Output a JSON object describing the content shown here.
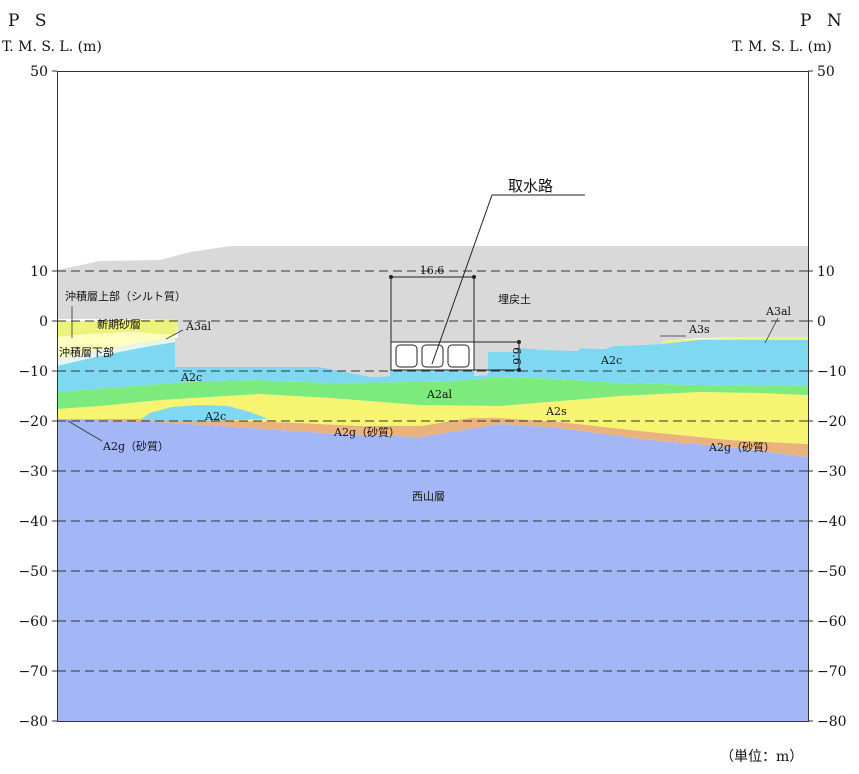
{
  "header": {
    "left_section": "P S",
    "right_section": "P N",
    "left_axis_unit": "T. M. S. L. (m)",
    "right_axis_unit": "T. M. S. L. (m)"
  },
  "axis": {
    "ticks": [
      "50",
      "10",
      "0",
      "−10",
      "−20",
      "−30",
      "−40",
      "−50",
      "−60",
      "−70",
      "−80"
    ],
    "dashed_gridlines_at": [
      10,
      0,
      -10,
      -20,
      -30,
      -40,
      -50,
      -60,
      -70
    ],
    "range": [
      -80,
      50
    ]
  },
  "layers": {
    "fill_soil": "埋戻土",
    "alluvium_upper": "沖積層上部（シルト質）",
    "new_sand": "新期砂層",
    "alluvium_lower": "沖積層下部",
    "a3al_left": "A3al",
    "a3al_right": "A3al",
    "a3s": "A3s",
    "a2c_left": "A2c",
    "a2c_right": "A2c",
    "a2c_lens": "A2c",
    "a2al": "A2al",
    "a2s": "A2s",
    "a2g_left": "A2g（砂質）",
    "a2g_center": "A2g（砂質）",
    "a2g_right": "A2g（砂質）",
    "nishiyama": "西山層"
  },
  "structure": {
    "name": "取水路",
    "width_dim": "16.6",
    "height_dim": "6.6"
  },
  "colors": {
    "fill_soil": "#d9d9d9",
    "new_sand": "#ecf27a",
    "alluvium": "#ffffc0",
    "a2c": "#7ed8f2",
    "a2al": "#7dea7d",
    "a2s": "#f7f472",
    "a2g": "#e9b27e",
    "nishiyama": "#a3b6f6"
  },
  "footer": {
    "unit_note": "（単位：m）"
  }
}
